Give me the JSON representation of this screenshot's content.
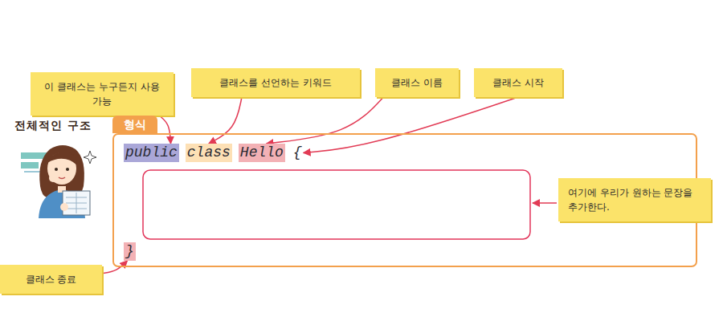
{
  "diagram": {
    "nodes": [
      {
        "text": [
          "이 클래스는 누구든지 사용 가능"
        ]
      },
      {
        "text": [
          "클래스를 선언하는 키워드"
        ]
      },
      {
        "text": [
          "클래스 이름"
        ]
      },
      {
        "text": [
          "클래스 시작"
        ]
      },
      {
        "text": [
          "형식"
        ]
      },
      {
        "text": [
          "public"
        ],
        "in": 4
      },
      {
        "text": [
          "class"
        ],
        "in": 4
      },
      {
        "text": [
          "Hello"
        ],
        "in": 4
      },
      {
        "text": [
          "{"
        ],
        "in": 4
      },
      {
        "text": [
          "}"
        ],
        "in": 4
      },
      {
        "text": [
          "여기에 우리가 원하는 문장을 추가한다."
        ]
      },
      {
        "text": [
          "클래스 종료"
        ]
      }
    ],
    "edges": [
      {
        "from": 0,
        "to": 5,
        "arrow": "to"
      },
      {
        "from": 1,
        "to": 6,
        "arrow": "to"
      },
      {
        "from": 2,
        "to": 7,
        "arrow": "to"
      },
      {
        "from": 3,
        "to": 8,
        "arrow": "to"
      },
      {
        "from": 11,
        "to": 9,
        "arrow": "to"
      }
    ],
    "labels": [
      "전체적인 구조"
    ]
  }
}
